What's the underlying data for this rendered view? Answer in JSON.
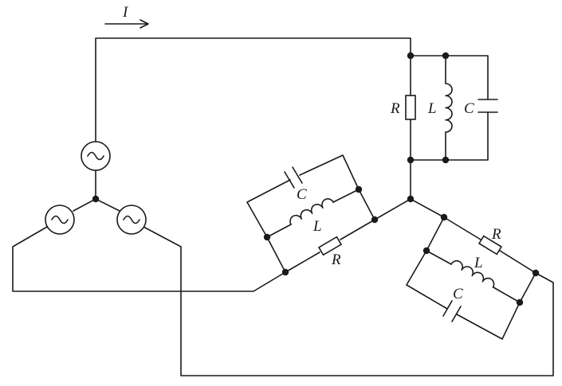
{
  "labels": {
    "current": "I",
    "top_R": "R",
    "top_L": "L",
    "top_C": "C",
    "left_C": "C",
    "left_L": "L",
    "left_R": "R",
    "right_R": "R",
    "right_L": "L",
    "right_C": "C"
  },
  "colors": {
    "ink": "#1a1a1a",
    "background": "#ffffff"
  },
  "icons": {
    "source": "ac-source-icon"
  }
}
